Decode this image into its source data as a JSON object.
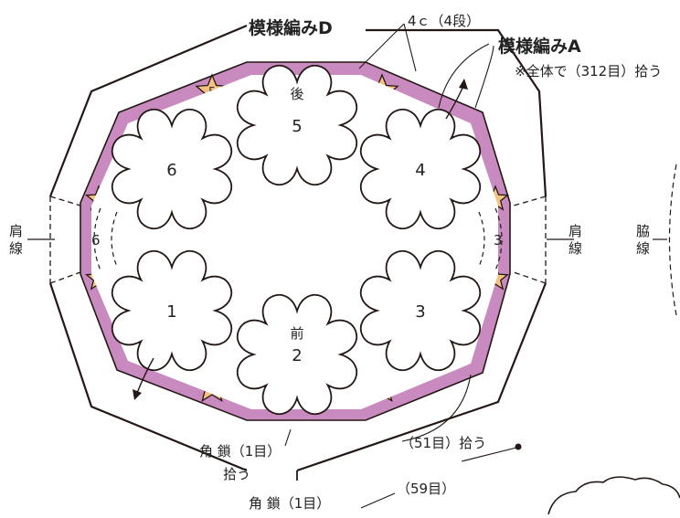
{
  "colors": {
    "pink": "#c98abf",
    "orange": "#f5c27f",
    "line": "#231815",
    "text": "#222222"
  },
  "labels": {
    "pattern_d": "模様編みD",
    "four_c": "4ｃ（4段）",
    "pattern_a": "模様編みA",
    "pickup_total": "※全体で（312目）拾う",
    "shoulder": "肩線",
    "side": "脇線",
    "back": "後",
    "front": "前",
    "corner_chain_1": "角 鎖（1目）",
    "pick": "拾う",
    "pick51": "（51目）拾う",
    "corner_chain_2": "角 鎖（1目）",
    "st59": "（59目）"
  },
  "motifs": [
    "1",
    "2",
    "3",
    "4",
    "5",
    "6"
  ],
  "stars": [
    "5",
    "4",
    "1",
    "2",
    "6",
    "3"
  ]
}
